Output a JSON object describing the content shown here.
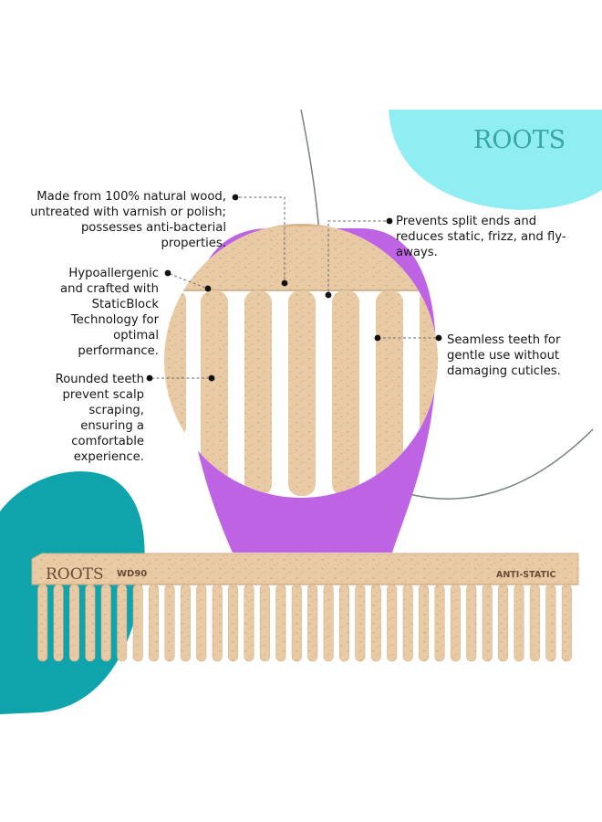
{
  "brand": {
    "name": "ROOTS"
  },
  "comb_print": {
    "brand": "ROOTS",
    "model": "WD90",
    "feature": "ANTI-STATIC"
  },
  "callouts": {
    "natural_wood": "Made from 100% natural wood, untreated with varnish or polish; possesses anti-bacterial properties.",
    "split_ends": "Prevents split ends and reduces static, frizz, and fly-aways.",
    "hypoallergenic": "Hypoallergenic and crafted with StaticBlock Technology for optimal performance.",
    "seamless": "Seamless teeth for gentle use without damaging cuticles.",
    "rounded": "Rounded teeth prevent scalp scraping, ensuring a comfortable experience."
  },
  "colors": {
    "cyan_blob": "#90eef2",
    "teal_blob": "#0fa3ab",
    "purple_shape": "#bd63e3",
    "wood": "#e6c9a3",
    "wood_dark": "#d4b089",
    "logo_teal": "#3aa6a1"
  }
}
